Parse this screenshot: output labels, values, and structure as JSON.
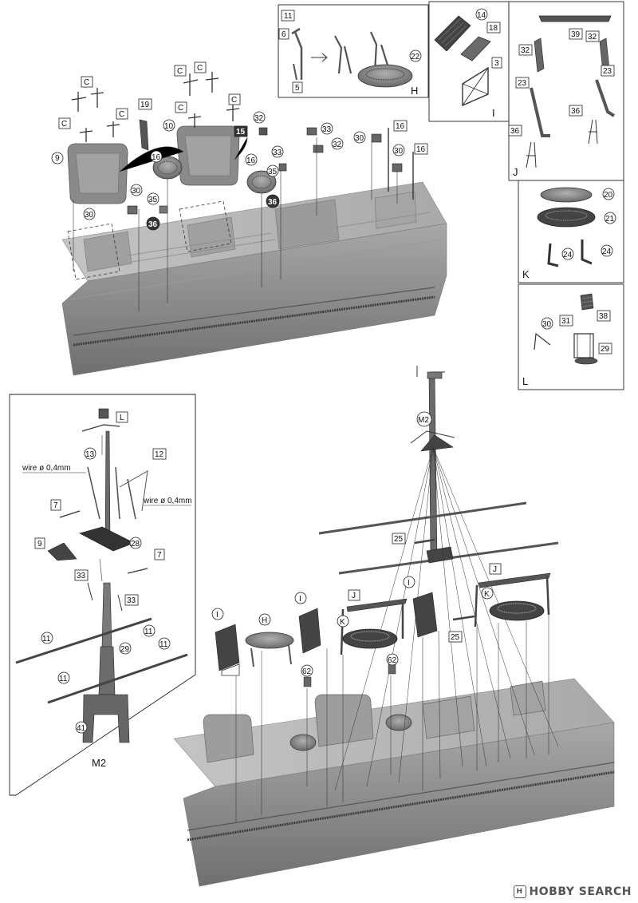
{
  "callouts": {
    "c": "C",
    "h": "H",
    "i": "I",
    "j": "J",
    "k": "K",
    "l": "L",
    "m2": "M2",
    "n3": "3",
    "n5": "5",
    "n6": "6",
    "n7": "7",
    "n9": "9",
    "n10": "10",
    "n11": "11",
    "n12": "12",
    "n13": "13",
    "n14": "14",
    "n15": "15",
    "n16": "16",
    "n18": "18",
    "n19": "19",
    "n20": "20",
    "n21": "21",
    "n22": "22",
    "n23": "23",
    "n24": "24",
    "n25": "25",
    "n28": "28",
    "n29": "29",
    "n30": "30",
    "n31": "31",
    "n32": "32",
    "n33": "33",
    "n35": "35",
    "n36": "36",
    "n38": "38",
    "n39": "39",
    "n41": "41",
    "n62": "62"
  },
  "insets": {
    "h": "H",
    "i": "I",
    "j": "J",
    "k": "K",
    "l": "L",
    "m2": "M2"
  },
  "wire_label": "wire ø 0,4mm",
  "watermark": "HOBBY SEARCH",
  "watermark_icon": "H",
  "colors": {
    "hull": "#8f8f8f",
    "deck": "#b5b5b5",
    "part": "#7a7a7a",
    "dark": "#3a3a3a",
    "line": "#222222"
  }
}
